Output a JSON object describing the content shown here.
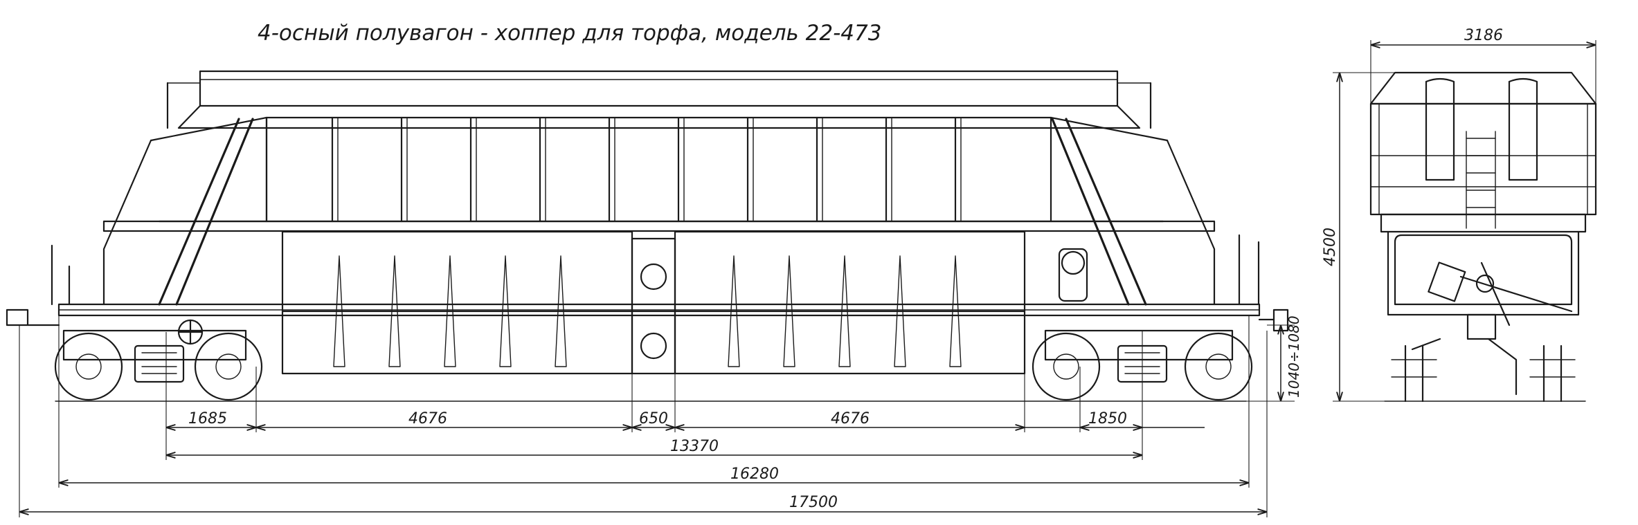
{
  "title": "4-осный полувагон - хоппер для торфа, модель 22-473",
  "dimensions": {
    "end_width": "3186",
    "height": "4500",
    "coupler_height": "1040÷1080",
    "row1": [
      "1685",
      "4676",
      "650",
      "4676",
      "1850"
    ],
    "base": "13370",
    "over_couplers_inner": "16280",
    "over_couplers": "17500"
  },
  "colors": {
    "ink": "#1a1a1a",
    "paper": "#ffffff"
  }
}
